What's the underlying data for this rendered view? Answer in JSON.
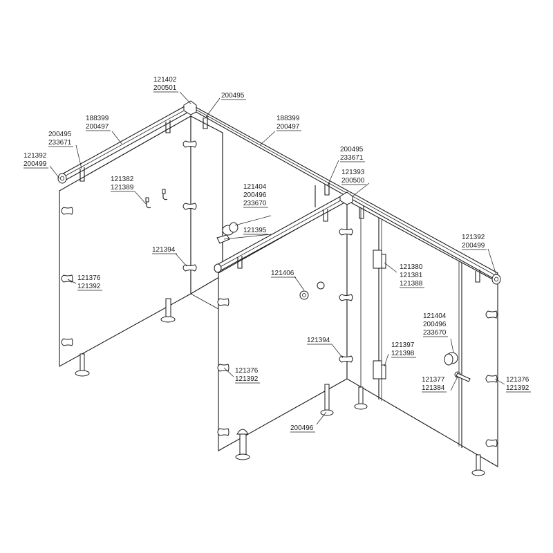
{
  "diagram": {
    "labels": {
      "corner_top": [
        "121402",
        "200501"
      ],
      "bracket_top": [
        "200495"
      ],
      "rail_left": [
        "188399",
        "200497"
      ],
      "rail_right": [
        "188399",
        "200497"
      ],
      "bracket_left": [
        "200495",
        "233671"
      ],
      "endcap_left": [
        "121392",
        "200499"
      ],
      "coat_hook": [
        "121382",
        "121389"
      ],
      "knob_upper": [
        "121404",
        "200496",
        "233670"
      ],
      "latch_upper": [
        "121395"
      ],
      "hinge_upper": [
        "121394"
      ],
      "bracket_mid": [
        "200495",
        "233671"
      ],
      "tee_mid": [
        "121393",
        "200500"
      ],
      "endcap_right": [
        "121392",
        "200499"
      ],
      "panel_bracket_left": [
        "121376",
        "121392"
      ],
      "hook_middle": [
        "121406"
      ],
      "hinge_set_door": [
        "121380",
        "121381",
        "121388"
      ],
      "knob_door": [
        "121404",
        "200496",
        "233670"
      ],
      "hinge_lower": [
        "121394"
      ],
      "hinge_pair_door": [
        "121397",
        "121398"
      ],
      "panel_bracket_mid": [
        "121376",
        "121392"
      ],
      "latch_door": [
        "121377",
        "121384"
      ],
      "panel_bracket_right": [
        "121376",
        "121392"
      ],
      "pedestal": [
        "200496"
      ]
    }
  }
}
